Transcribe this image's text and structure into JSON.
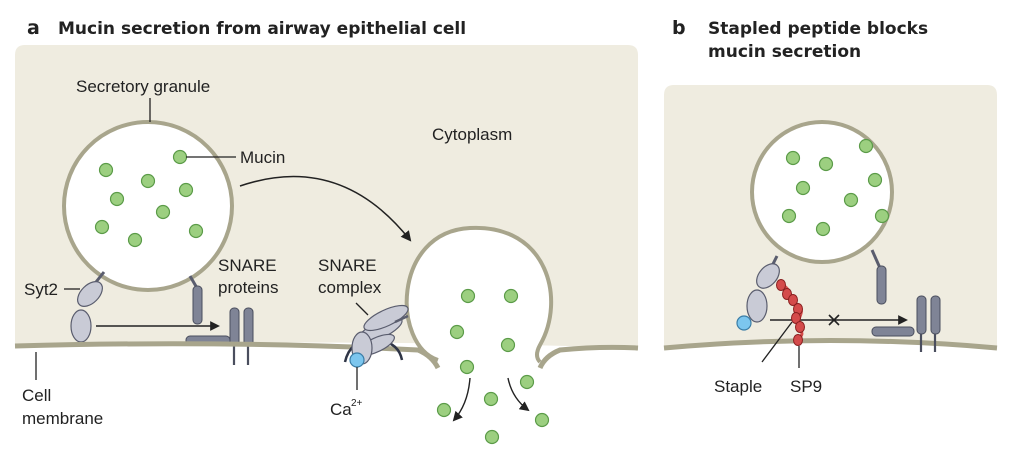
{
  "panel_a": {
    "letter": "a",
    "title": "Mucin secretion from airway epithelial cell",
    "labels": {
      "secretory_granule": "Secretory granule",
      "mucin": "Mucin",
      "cytoplasm": "Cytoplasm",
      "syt2": "Syt2",
      "snare_proteins_1": "SNARE",
      "snare_proteins_2": "proteins",
      "snare_complex_1": "SNARE",
      "snare_complex_2": "complex",
      "cell_membrane_1": "Cell",
      "cell_membrane_2": "membrane",
      "calcium": "Ca",
      "calcium_charge": "2+"
    }
  },
  "panel_b": {
    "letter": "b",
    "title_line1": "Stapled peptide blocks",
    "title_line2": "mucin secretion",
    "labels": {
      "staple": "Staple",
      "sp9": "SP9"
    }
  },
  "colors": {
    "cytoplasm": "#efece0",
    "membrane": "#a8a58c",
    "mucin_fill": "#9ccf80",
    "mucin_stroke": "#5b9b48",
    "protein": "#c9cbd6",
    "protein_stroke": "#5a5d6e",
    "snare_rod": "#7f8496",
    "calcium": "#7cc6ee",
    "sp9": "#d44b4b"
  }
}
